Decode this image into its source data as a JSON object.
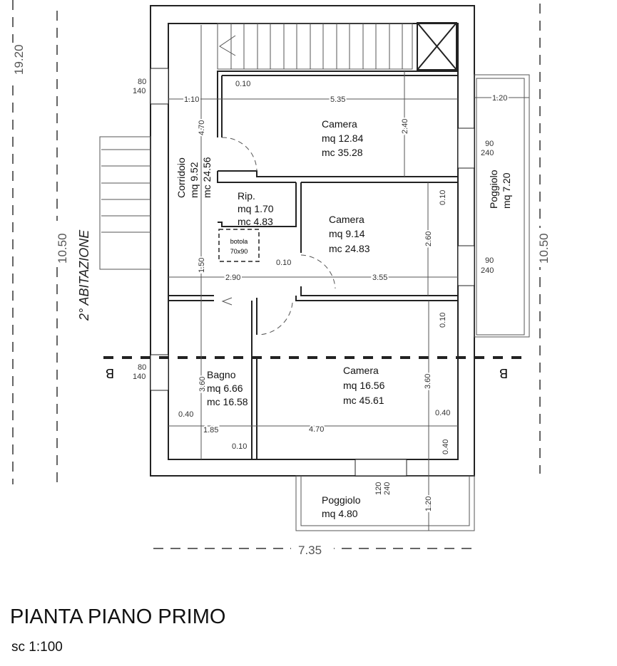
{
  "title": "PIANTA PIANO PRIMO",
  "scale": "sc 1:100",
  "side_label": "2° ABITAZIONE",
  "section_marker": "B",
  "overall_dims": {
    "total_height": "19.20",
    "left_height": "10.50",
    "right_height": "10.50",
    "bottom_width": "7.35"
  },
  "rooms": {
    "camera1": {
      "name": "Camera",
      "mq": "mq 12.84",
      "mc": "mc 35.28"
    },
    "camera2": {
      "name": "Camera",
      "mq": "mq 9.14",
      "mc": "mc 24.83"
    },
    "camera3": {
      "name": "Camera",
      "mq": "mq 16.56",
      "mc": "mc 45.61"
    },
    "corridoio": {
      "name": "Corridoio",
      "mq": "mq 9.52",
      "mc": "mc 24.56"
    },
    "rip": {
      "name": "Rip.",
      "mq": "mq 1.70",
      "mc": "mc 4.83"
    },
    "bagno": {
      "name": "Bagno",
      "mq": "mq 6.66",
      "mc": "mc 16.58"
    },
    "poggiolo_right": {
      "name": "Poggiolo",
      "mq": "mq 7.20"
    },
    "poggiolo_bottom": {
      "name": "Poggiolo",
      "mq": "mq 4.80"
    }
  },
  "botola": {
    "label": "botola",
    "size": "70x90"
  },
  "windows": {
    "w1_top": "80",
    "w1_bot": "140",
    "w2_top": "90",
    "w2_bot": "240",
    "w3_top": "90",
    "w3_bot": "240",
    "w4_top": "80",
    "w4_bot": "140",
    "w5_top": "120",
    "w5_bot": "240"
  },
  "dims": {
    "d_010_a": "0.10",
    "d_110": "1.10",
    "d_535": "5.35",
    "d_120_r": "1.20",
    "d_470_v": "4.70",
    "d_240": "2.40",
    "d_010_b": "0.10",
    "d_260": "2.60",
    "d_150": "1.50",
    "d_010_c": "0.10",
    "d_290": "2.90",
    "d_355": "3.55",
    "d_010_d": "0.10",
    "d_360_a": "3.60",
    "d_360_b": "3.60",
    "d_040_a": "0.40",
    "d_040_b": "0.40",
    "d_185": "1.85",
    "d_470_h": "4.70",
    "d_010_e": "0.10",
    "d_040_c": "0.40",
    "d_120_b": "1.20"
  }
}
